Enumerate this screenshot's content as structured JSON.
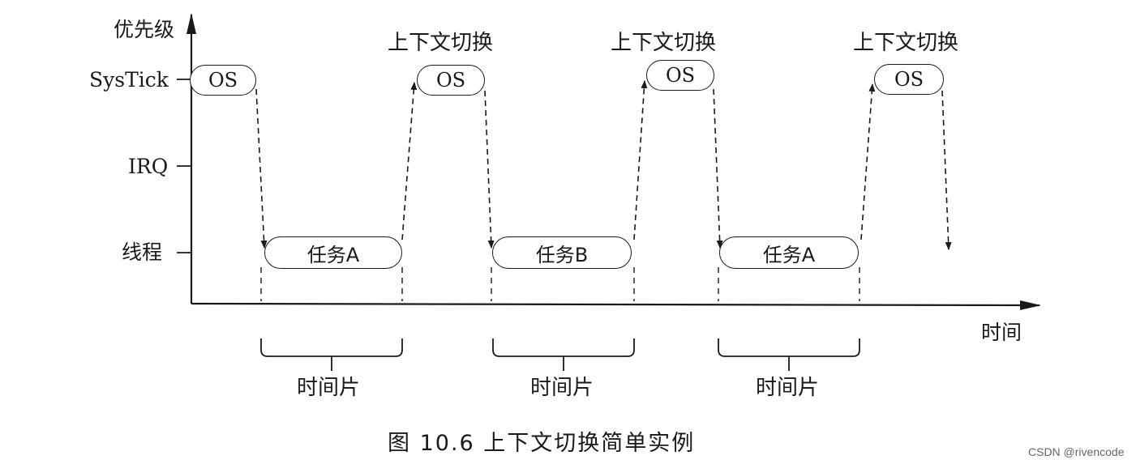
{
  "axis": {
    "y_title": "优先级",
    "x_title": "时间",
    "levels": [
      "SysTick",
      "IRQ",
      "线程"
    ]
  },
  "os_boxes": [
    "OS",
    "OS",
    "OS",
    "OS"
  ],
  "tasks": [
    "任务A",
    "任务B",
    "任务A"
  ],
  "context_switch_labels": [
    "上下文切换",
    "上下文切换",
    "上下文切换"
  ],
  "time_slice_labels": [
    "时间片",
    "时间片",
    "时间片"
  ],
  "caption": "图 10.6   上下文切换简单实例",
  "watermark": "CSDN @rivencode"
}
